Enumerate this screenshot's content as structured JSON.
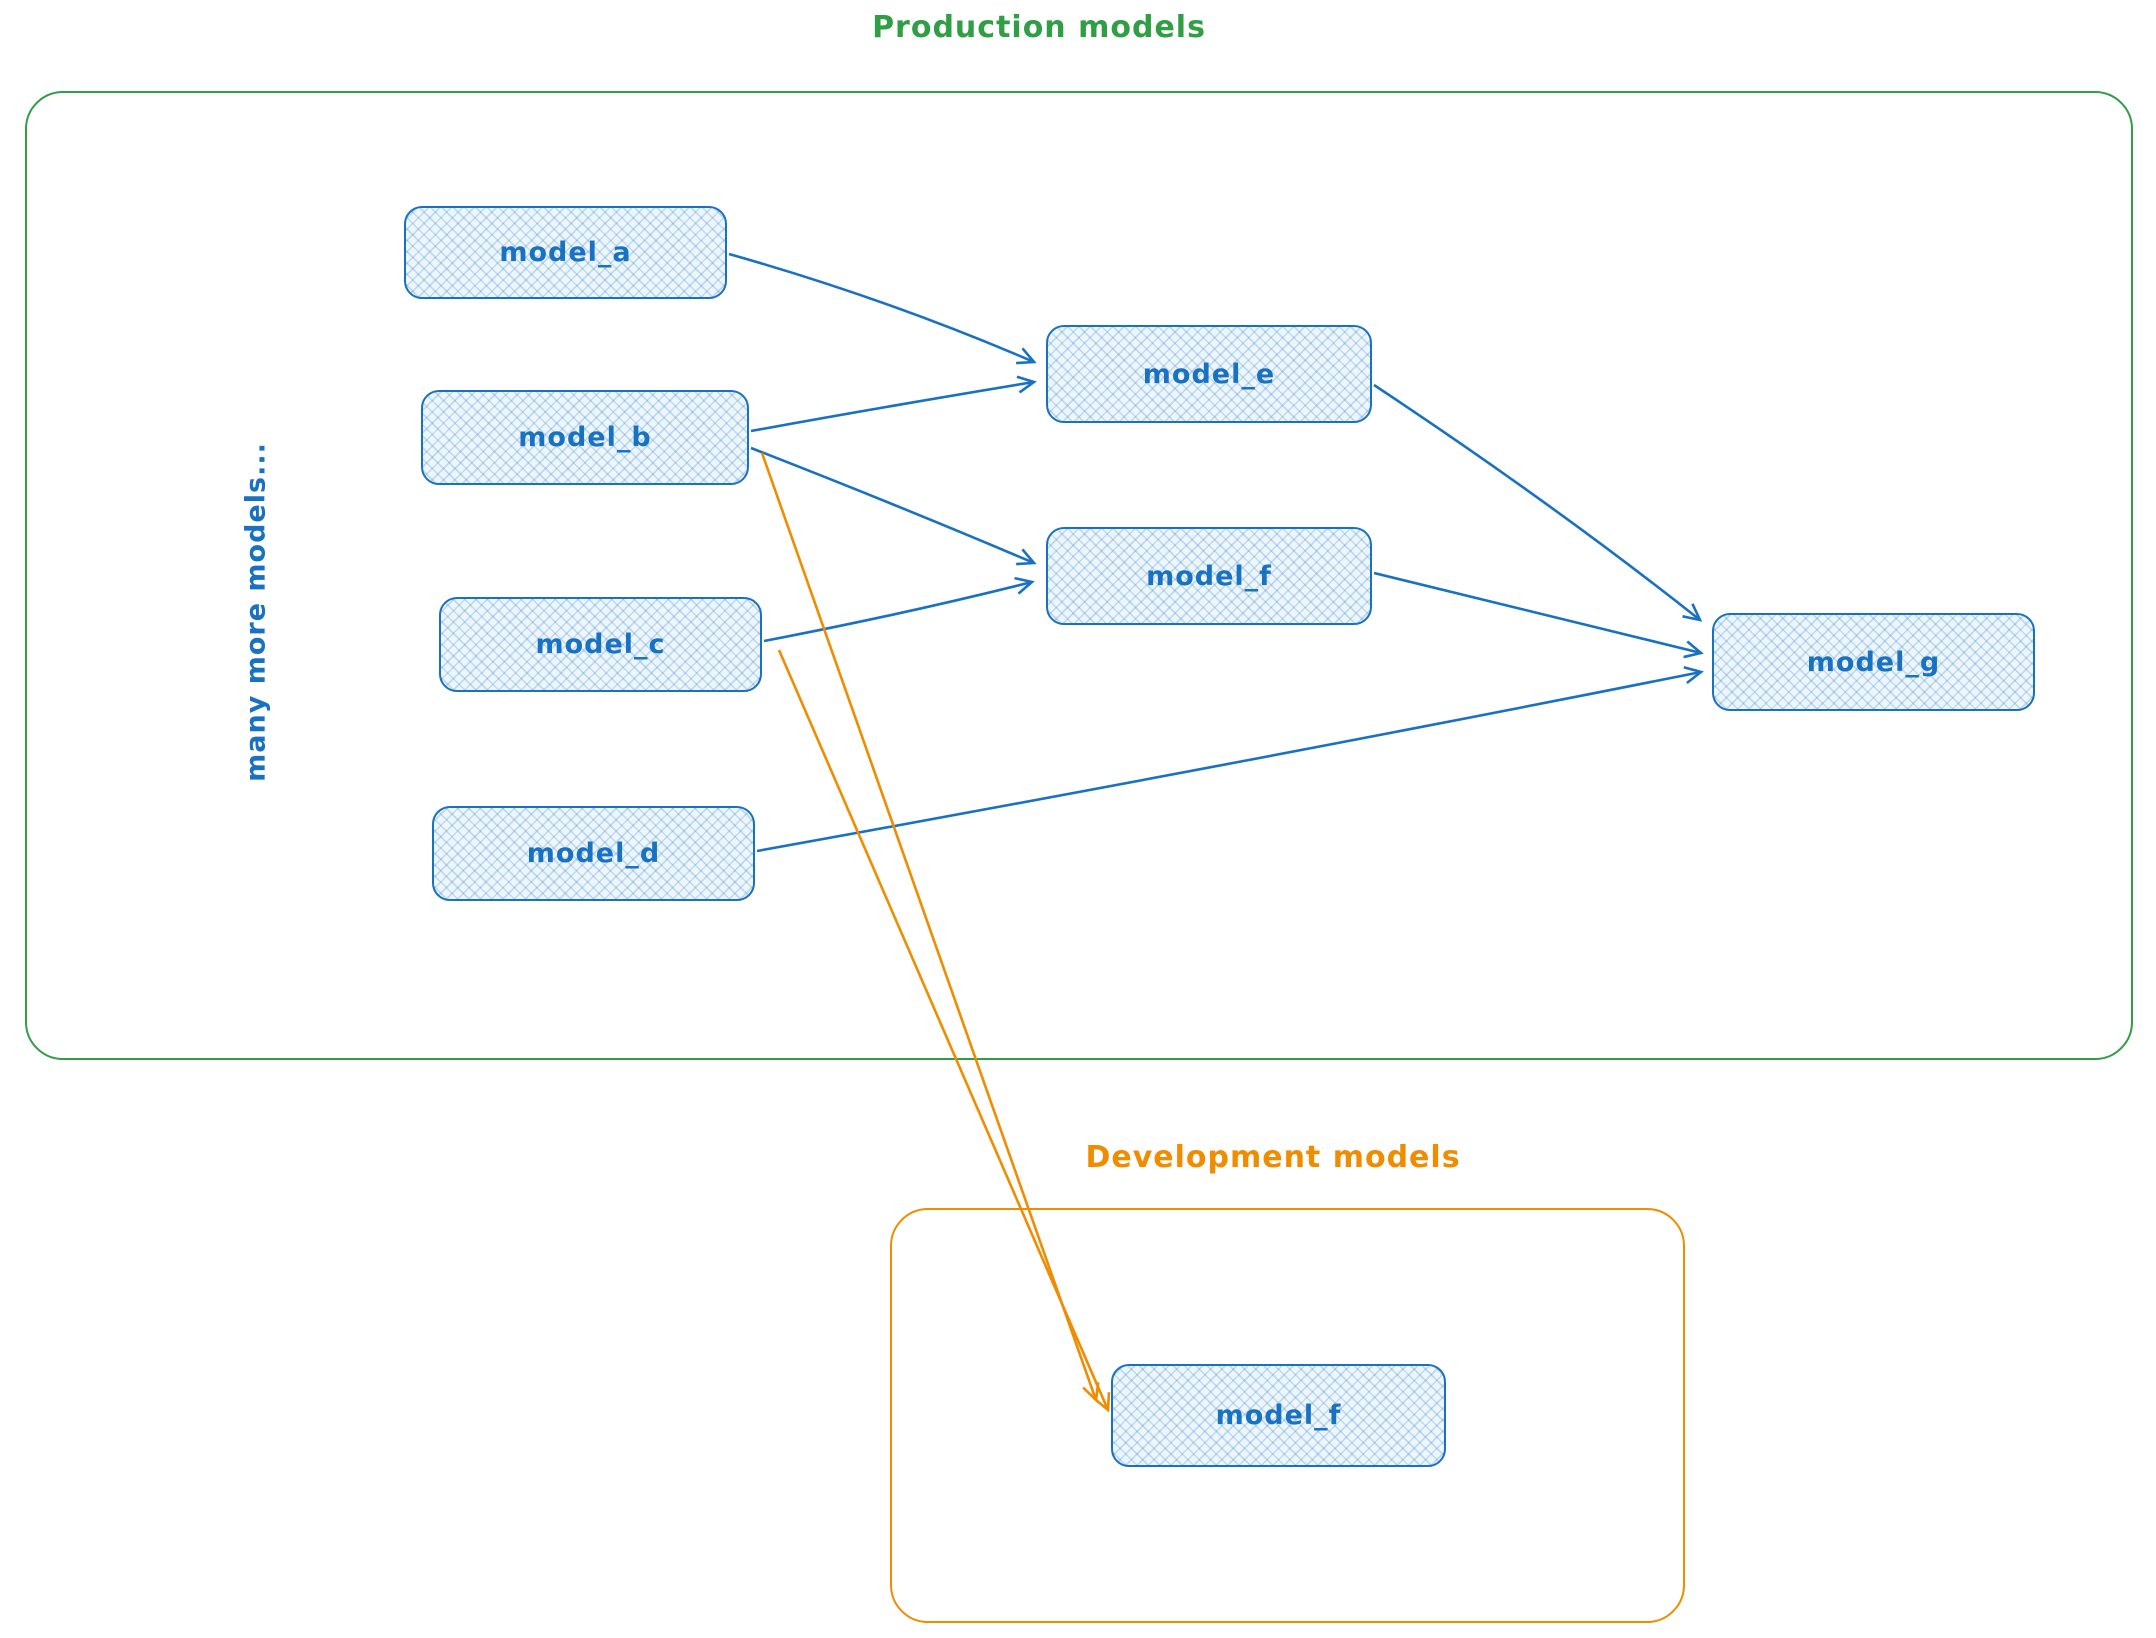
{
  "titles": {
    "production": "Production models",
    "development": "Development models"
  },
  "side_note": "many more models...",
  "nodes": {
    "model_a": "model_a",
    "model_b": "model_b",
    "model_c": "model_c",
    "model_d": "model_d",
    "model_e": "model_e",
    "model_f": "model_f",
    "model_g": "model_g",
    "dev_model_f": "model_f"
  },
  "edges": [
    {
      "from": "model_a",
      "to": "model_e",
      "color": "#1971c2"
    },
    {
      "from": "model_b",
      "to": "model_e",
      "color": "#1971c2"
    },
    {
      "from": "model_b",
      "to": "model_f",
      "color": "#1971c2"
    },
    {
      "from": "model_c",
      "to": "model_f",
      "color": "#1971c2"
    },
    {
      "from": "model_d",
      "to": "model_g",
      "color": "#1971c2"
    },
    {
      "from": "model_e",
      "to": "model_g",
      "color": "#1971c2"
    },
    {
      "from": "model_f",
      "to": "model_g",
      "color": "#1971c2"
    },
    {
      "from": "model_b",
      "to": "dev_model_f",
      "color": "#f08c00"
    },
    {
      "from": "model_c",
      "to": "dev_model_f",
      "color": "#f08c00"
    }
  ],
  "colors": {
    "production_green": "#2f9e44",
    "development_orange": "#f08c00",
    "node_blue": "#1971c2",
    "node_fill": "#eef6fd"
  }
}
